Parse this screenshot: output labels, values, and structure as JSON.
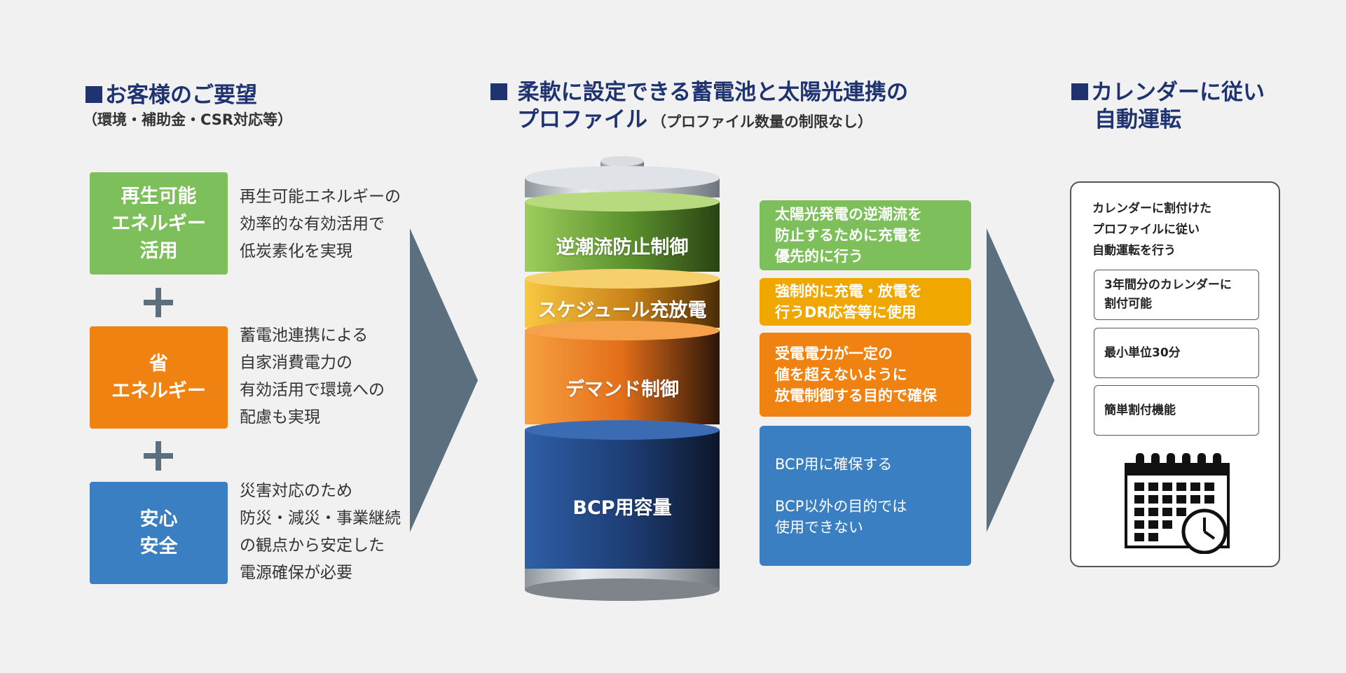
{
  "left": {
    "heading": "お客様のご要望",
    "subheading": "（環境・補助金・CSR対応等）",
    "items": [
      {
        "label_lines": [
          "再生可能",
          "エネルギー",
          "活用"
        ],
        "desc_lines": [
          "再生可能エネルギーの",
          "効率的な有効活用で",
          "低炭素化を実現"
        ]
      },
      {
        "label_lines": [
          "省",
          "エネルギー"
        ],
        "desc_lines": [
          "蓄電池連携による",
          "自家消費電力の",
          "有効活用で環境への",
          "配慮も実現"
        ]
      },
      {
        "label_lines": [
          "安心",
          "安全"
        ],
        "desc_lines": [
          "災害対応のため",
          "防災・減災・事業継続",
          "の観点から安定した",
          "電源確保が必要"
        ]
      }
    ]
  },
  "middle": {
    "heading_line1": "柔軟に設定できる蓄電池と太陽光連携の",
    "heading_line2": "プロファイル",
    "heading_note": "（プロファイル数量の制限なし）",
    "battery_segments": [
      "逆潮流防止制御",
      "スケジュール充放電",
      "デマンド制御",
      "BCP用容量"
    ],
    "descriptions": [
      {
        "lines": [
          "太陽光発電の逆潮流を",
          "防止するために充電を",
          "優先的に行う"
        ]
      },
      {
        "lines": [
          "強制的に充電・放電を",
          "行うDR応答等に使用"
        ]
      },
      {
        "lines": [
          "受電電力が一定の",
          "値を超えないように",
          "放電制御する目的で確保"
        ]
      },
      {
        "lines": [
          "BCP用に確保する",
          "",
          "BCP以外の目的では",
          "使用できない"
        ]
      }
    ]
  },
  "right": {
    "heading_line1": "カレンダーに従い",
    "heading_line2": "自動運転",
    "panel_title_lines": [
      "カレンダーに割付けた",
      "プロファイルに従い",
      "自動運転を行う"
    ],
    "features": [
      {
        "lines": [
          "3年間分のカレンダーに",
          "割付可能"
        ]
      },
      {
        "lines": [
          "最小単位30分"
        ]
      },
      {
        "lines": [
          "簡単割付機能"
        ]
      }
    ]
  },
  "colors": {
    "heading": "#1e3370",
    "green": "#7dbf5a",
    "orange": "#ef8210",
    "yellow": "#f0a800",
    "blue": "#3a7fc2",
    "arrow": "#5b6f7e"
  },
  "icons": [
    "plus-icon",
    "chevron-right-arrow",
    "battery-illustration",
    "calendar-clock-icon"
  ]
}
